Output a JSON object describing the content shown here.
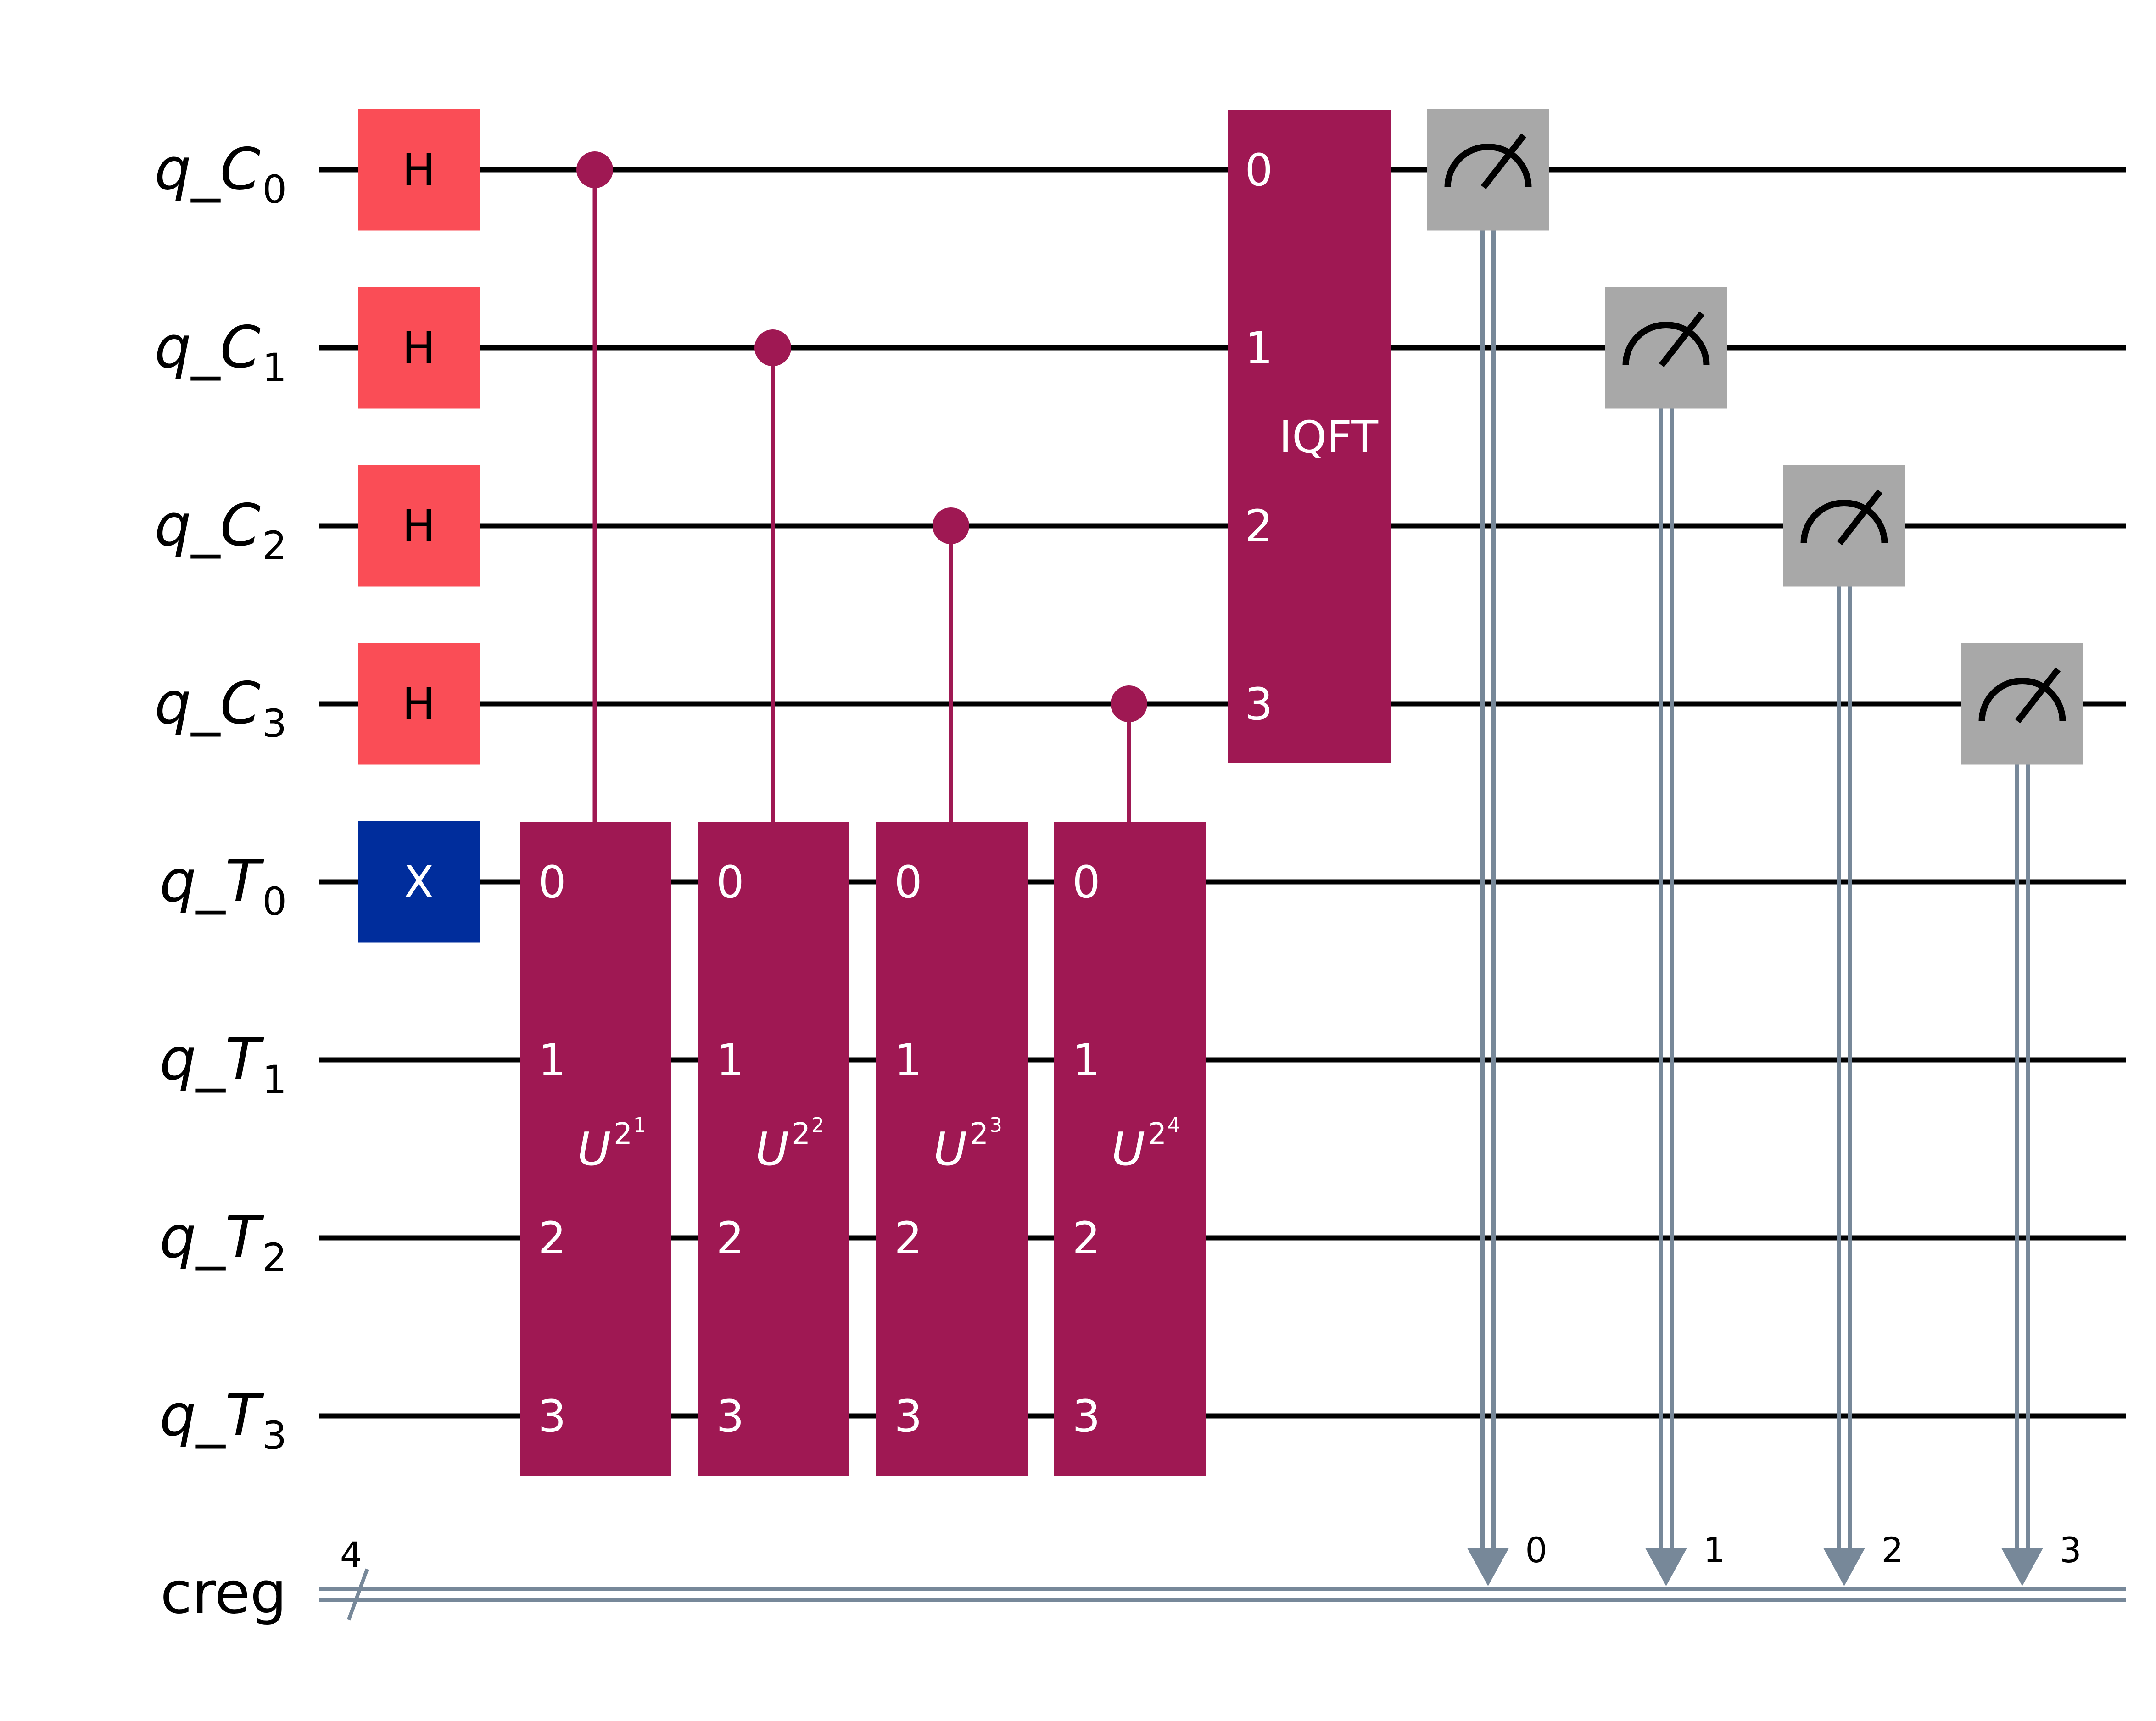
{
  "colors": {
    "background": "#ffffff",
    "wire": "#000000",
    "classical_wire": "#778899",
    "h_gate": "#fa4d56",
    "x_gate": "#002d9c",
    "purple_gate": "#9f1853",
    "measure_gate": "#a8a8a8"
  },
  "qubits": [
    {
      "prefix": "q_",
      "letter": "C",
      "index": "0"
    },
    {
      "prefix": "q_",
      "letter": "C",
      "index": "1"
    },
    {
      "prefix": "q_",
      "letter": "C",
      "index": "2"
    },
    {
      "prefix": "q_",
      "letter": "C",
      "index": "3"
    },
    {
      "prefix": "q_",
      "letter": "T",
      "index": "0"
    },
    {
      "prefix": "q_",
      "letter": "T",
      "index": "1"
    },
    {
      "prefix": "q_",
      "letter": "T",
      "index": "2"
    },
    {
      "prefix": "q_",
      "letter": "T",
      "index": "3"
    }
  ],
  "classical_register": {
    "label": "creg",
    "size": "4"
  },
  "single_gates": [
    {
      "label": "H",
      "qubit": 0,
      "color": "h_gate",
      "text_color": "#000000"
    },
    {
      "label": "H",
      "qubit": 1,
      "color": "h_gate",
      "text_color": "#000000"
    },
    {
      "label": "H",
      "qubit": 2,
      "color": "h_gate",
      "text_color": "#000000"
    },
    {
      "label": "H",
      "qubit": 3,
      "color": "h_gate",
      "text_color": "#000000"
    },
    {
      "label": "X",
      "qubit": 4,
      "color": "x_gate",
      "text_color": "#ffffff"
    }
  ],
  "controlled_u_gates": [
    {
      "base": "U",
      "sup_base": "2",
      "sup_exp": "1",
      "control_qubit": 0,
      "port_labels": [
        "0",
        "1",
        "2",
        "3"
      ]
    },
    {
      "base": "U",
      "sup_base": "2",
      "sup_exp": "2",
      "control_qubit": 1,
      "port_labels": [
        "0",
        "1",
        "2",
        "3"
      ]
    },
    {
      "base": "U",
      "sup_base": "2",
      "sup_exp": "3",
      "control_qubit": 2,
      "port_labels": [
        "0",
        "1",
        "2",
        "3"
      ]
    },
    {
      "base": "U",
      "sup_base": "2",
      "sup_exp": "4",
      "control_qubit": 3,
      "port_labels": [
        "0",
        "1",
        "2",
        "3"
      ]
    }
  ],
  "iqft": {
    "label": "IQFT",
    "port_labels": [
      "0",
      "1",
      "2",
      "3"
    ]
  },
  "measurements": [
    {
      "qubit": 0,
      "clbit_label": "0"
    },
    {
      "qubit": 1,
      "clbit_label": "1"
    },
    {
      "qubit": 2,
      "clbit_label": "2"
    },
    {
      "qubit": 3,
      "clbit_label": "3"
    }
  ]
}
